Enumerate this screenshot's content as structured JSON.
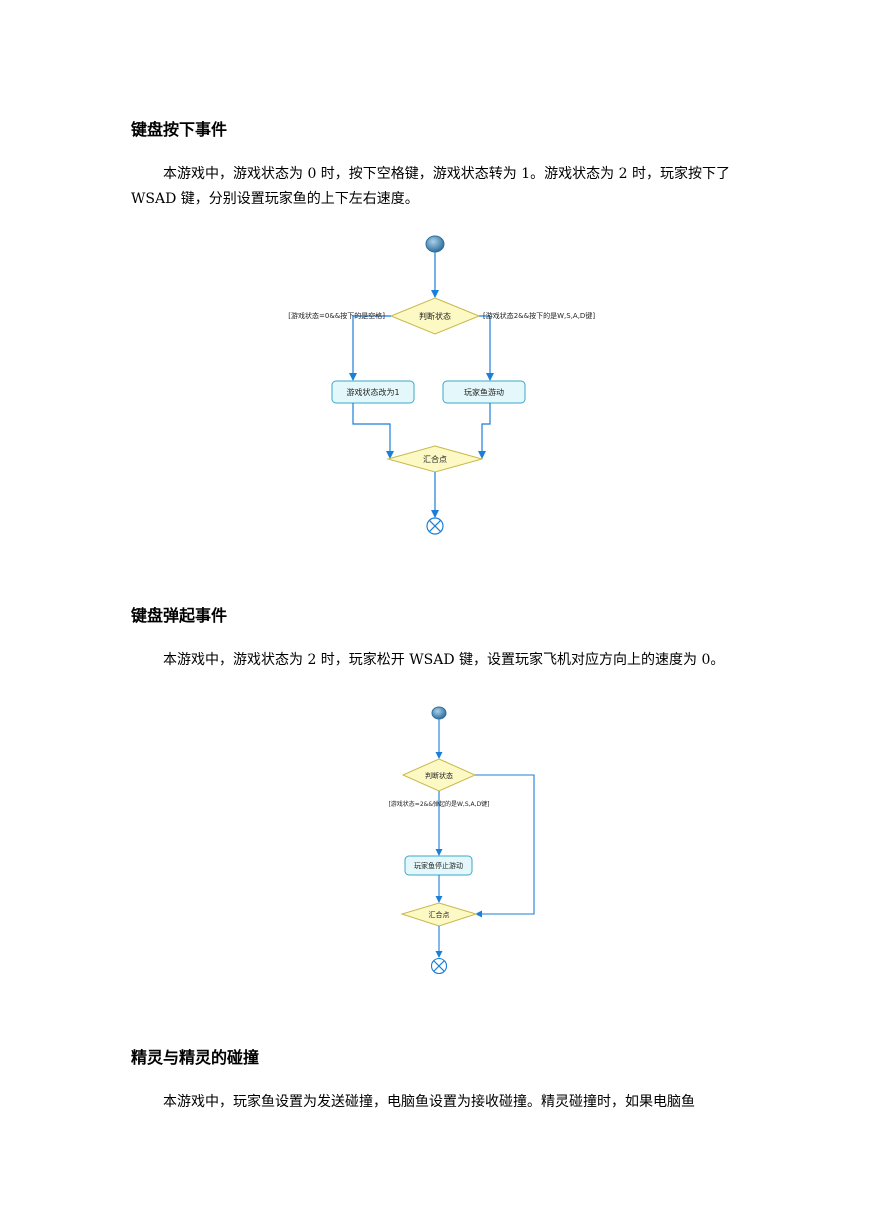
{
  "section1": {
    "heading": "键盘按下事件",
    "paragraph": "本游戏中，游戏状态为 0 时，按下空格键，游戏状态转为 1。游戏状态为 2 时，玩家按下了 WSAD 键，分别设置玩家鱼的上下左右速度。",
    "diagram": {
      "decision": "判断状态",
      "guard_left": "[游戏状态=0&&按下的是空格]",
      "guard_right": "[游戏状态2&&按下的是W,S,A,D键]",
      "action_left": "游戏状态改为1",
      "action_right": "玩家鱼游动",
      "merge": "汇合点"
    }
  },
  "section2": {
    "heading": "键盘弹起事件",
    "paragraph": "本游戏中，游戏状态为 2 时，玩家松开 WSAD 键，设置玩家飞机对应方向上的速度为 0。",
    "diagram": {
      "decision": "判断状态",
      "guard": "[游戏状态=2&&弹起的是W,S,A,D键]",
      "action": "玩家鱼停止游动",
      "merge": "汇合点"
    }
  },
  "section3": {
    "heading": "精灵与精灵的碰撞",
    "paragraph": "本游戏中，玩家鱼设置为发送碰撞，电脑鱼设置为接收碰撞。精灵碰撞时，如果电脑鱼"
  },
  "colors": {
    "arrow": "#1a7fd8",
    "decision_fill": "#fdf9c4",
    "decision_stroke": "#c8b84a",
    "action_fill": "#e4f8fb",
    "action_stroke": "#3aa8c8",
    "start_node": "#4e8fb8"
  }
}
